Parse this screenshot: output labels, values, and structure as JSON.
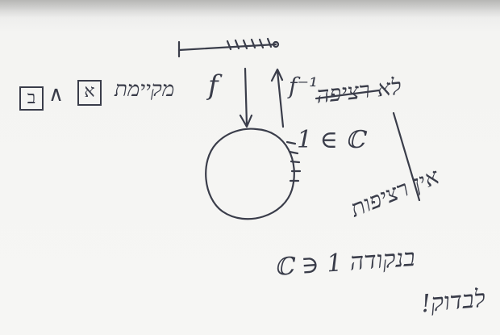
{
  "note": {
    "box_left": "ב",
    "conjunction": "∧",
    "box_right": "א",
    "exists_text": "מקיימת",
    "f_label": "f",
    "f_inverse_label": "f⁻¹",
    "arrow_note": "לא רציפה",
    "element_of_1": "1 ∈ ℂ",
    "diagonal_note": "אין רציפות",
    "point_note": "בנקודה 1 ∈ ℂ",
    "final_note": "לבדוק!"
  },
  "colors": {
    "ink": "#3a3d4a",
    "paper": "#f4f4f2"
  }
}
